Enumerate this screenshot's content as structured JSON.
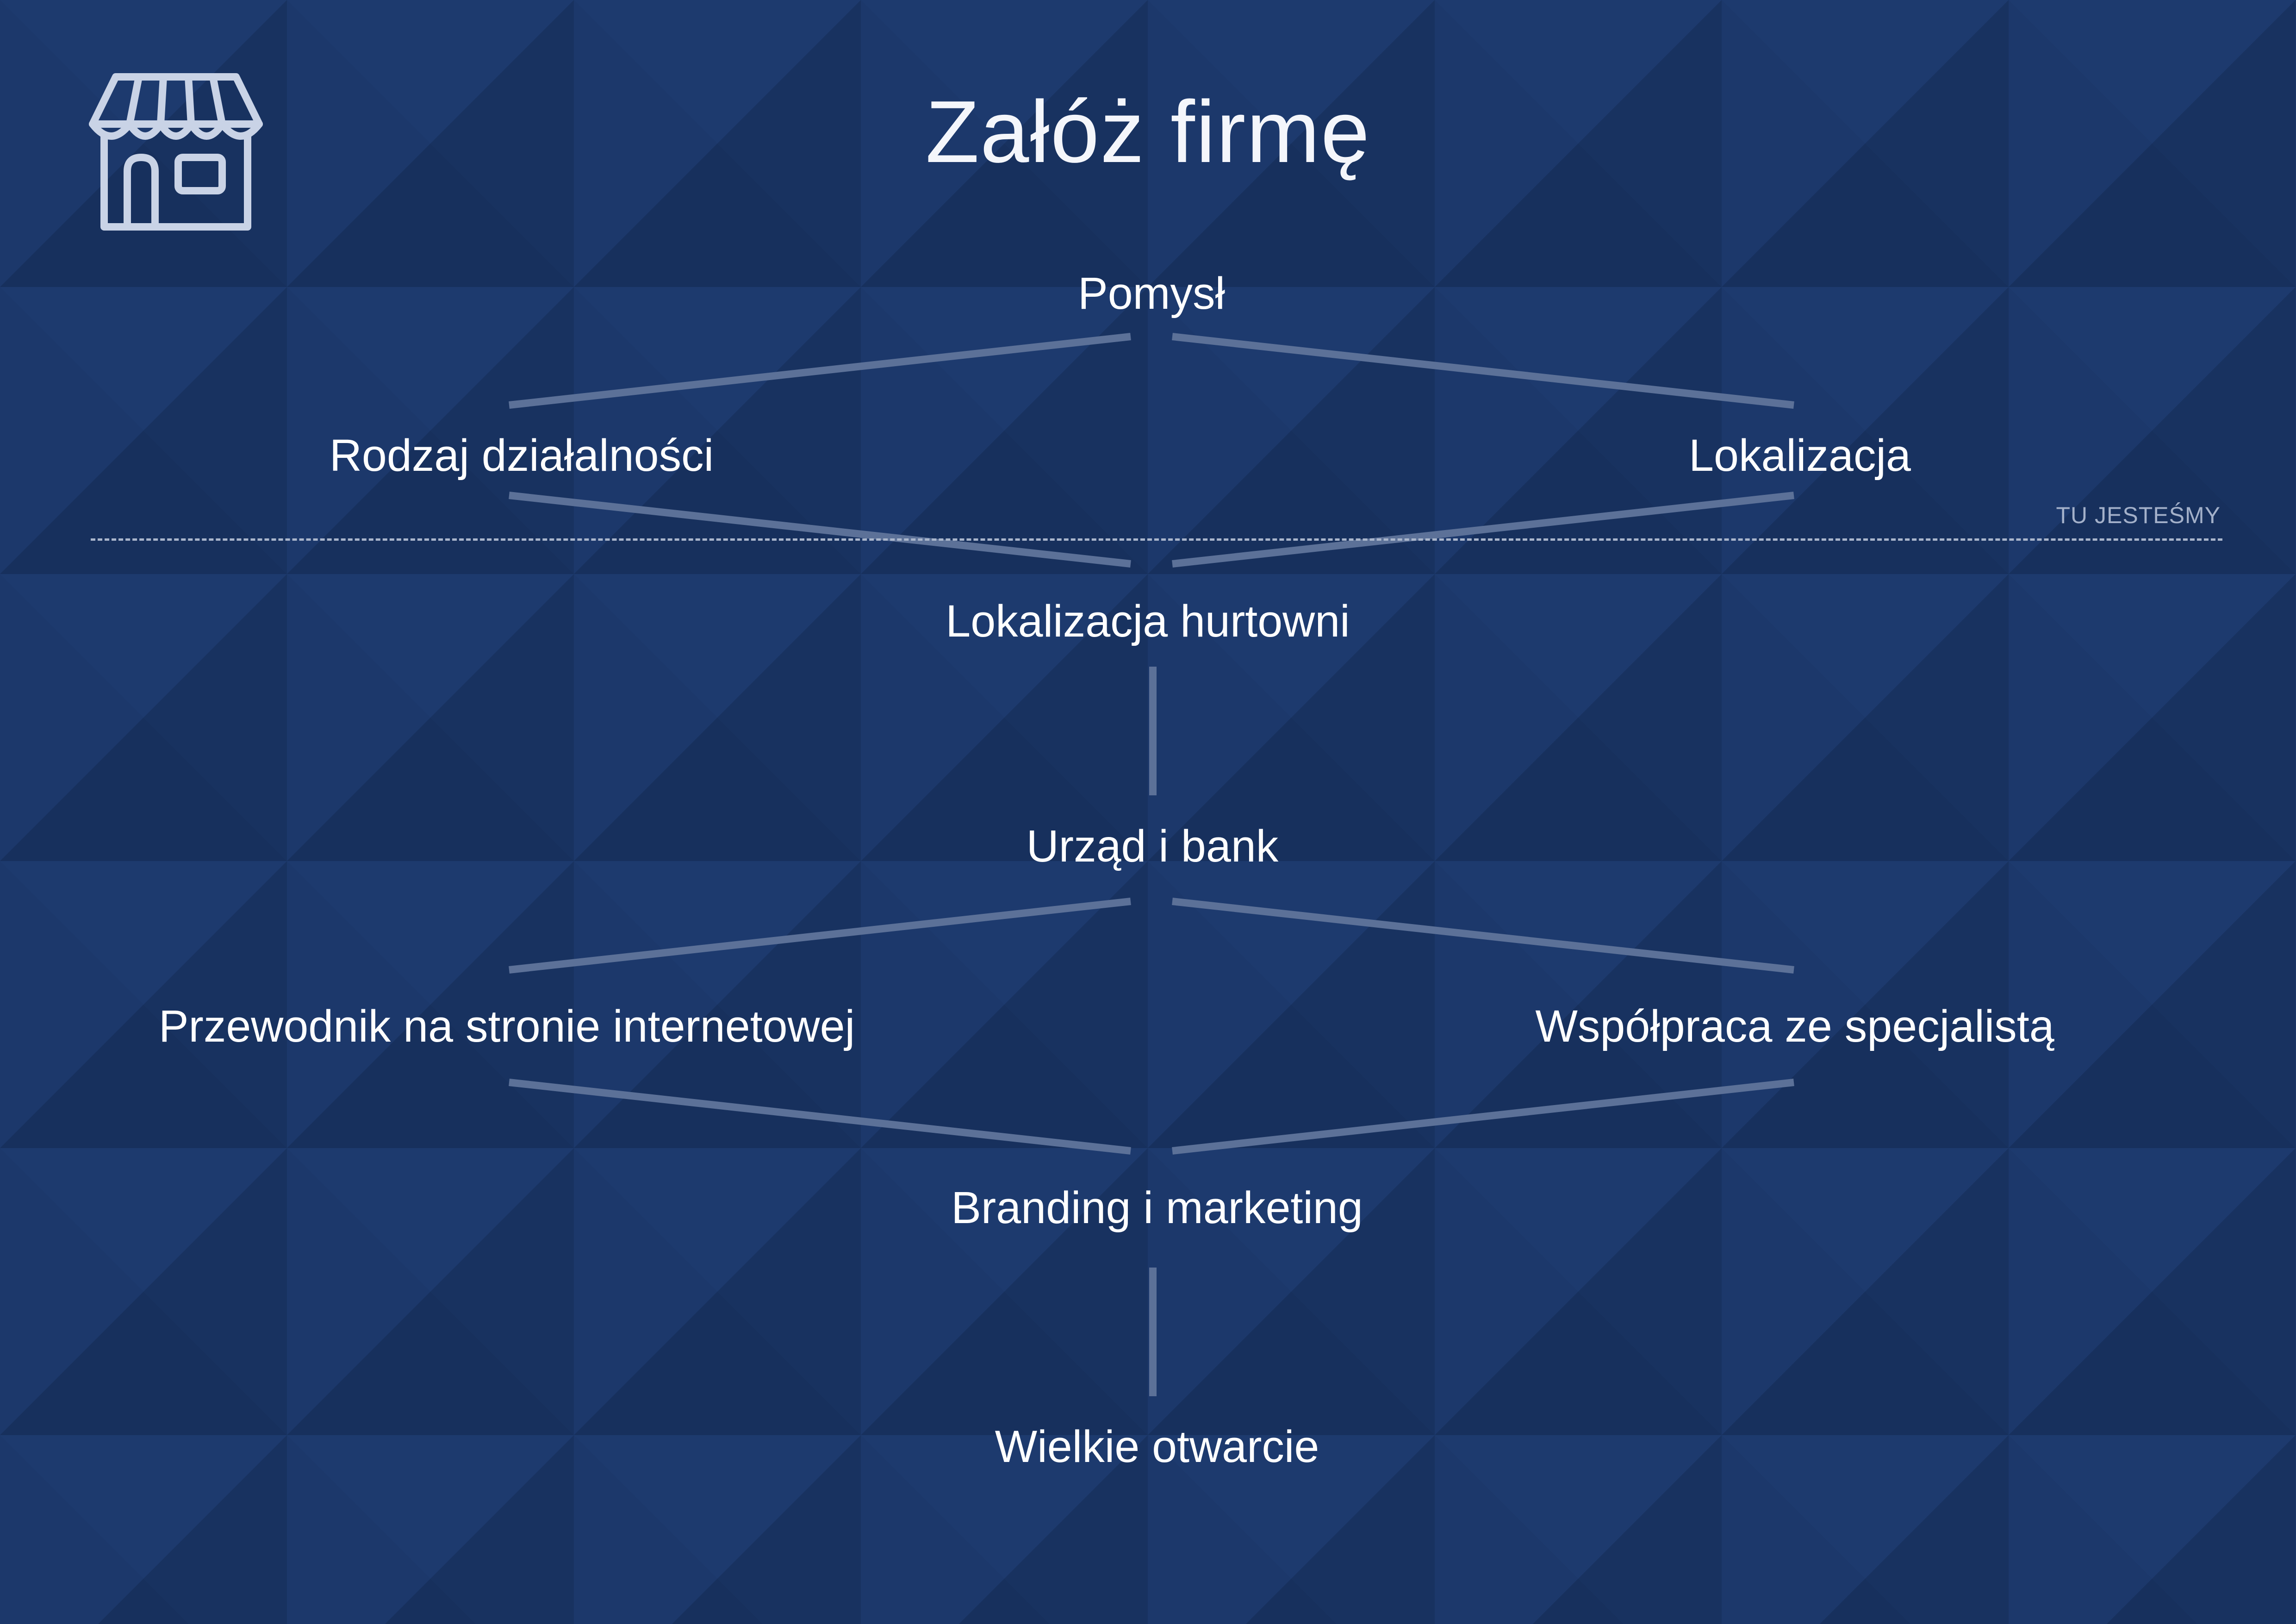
{
  "title": "Załóż firmę",
  "marker_label": "TU JESTEŚMY",
  "logo_icon": "shop-storefront-icon",
  "colors": {
    "background": "#1a3566",
    "text": "#ffffff",
    "connector": "#5c7198",
    "divider": "#aab6cc",
    "icon": "#c9d3e6"
  },
  "steps": {
    "pomysl": "Pomysł",
    "rodzaj": "Rodzaj działalności",
    "lokalizacja": "Lokalizacja",
    "hurtownia": "Lokalizacja hurtowni",
    "urzad": "Urząd i bank",
    "przewodnik": "Przewodnik na stronie internetowej",
    "wspolpraca": "Współpraca ze specjalistą",
    "branding": "Branding i marketing",
    "otwarcie": "Wielkie otwarcie"
  }
}
